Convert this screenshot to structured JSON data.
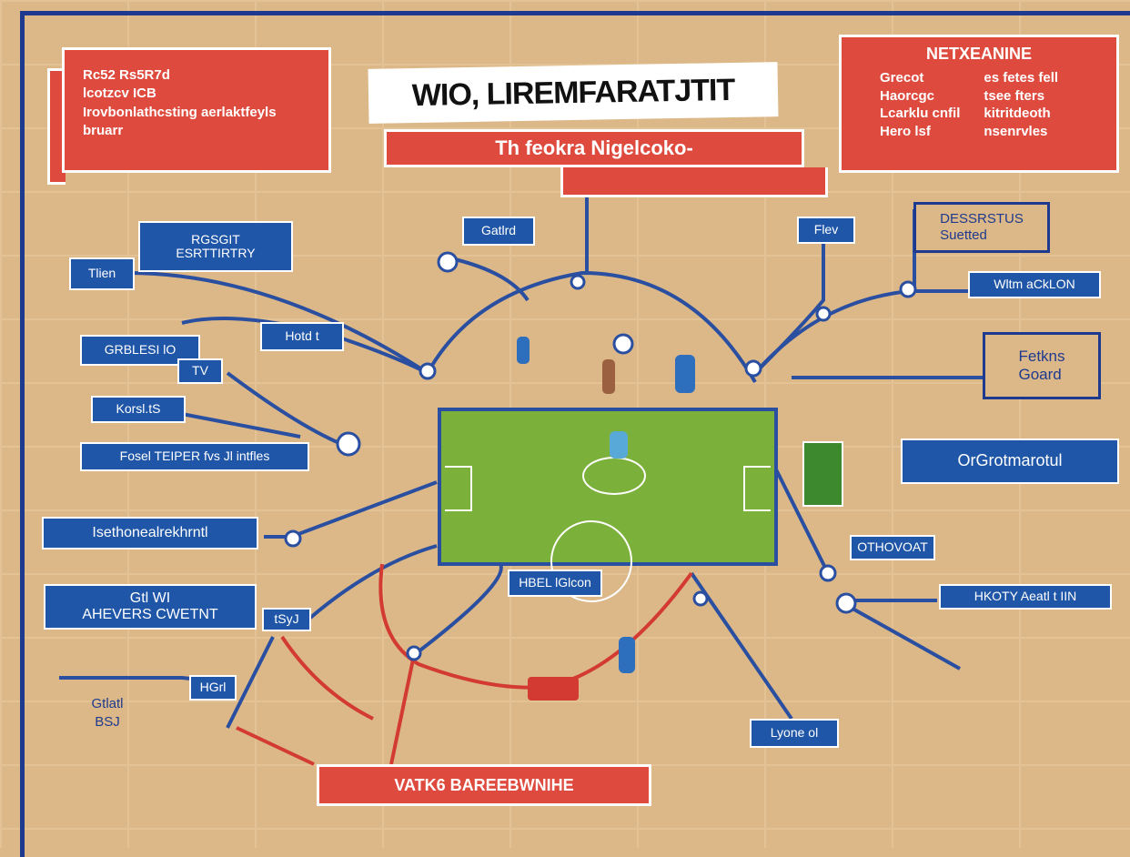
{
  "title": "WIO, LIREMFARATJTIT",
  "subtitle": "Th feokra Nigelcoko-",
  "top_left_box": {
    "lines": [
      "Rc52  Rs5R7d",
      "lcotzcv  ICB",
      "Irovbonlathcsting aerlaktfeyls",
      "bruarr"
    ]
  },
  "top_right_box": {
    "heading": "NETXEANINE",
    "left": [
      "Grecot",
      "Haorcgc",
      "Lcarklu cnfil",
      "Hero lsf"
    ],
    "right": [
      "es fetes fell",
      "tsee fters",
      "kitritdeoth",
      "nsenrvles"
    ]
  },
  "labels": {
    "rgsgit": "RGSGIT\nESRTTIRTRY",
    "tlien": "Tlien",
    "hotd": "Hotd  t",
    "grblesi": "GRBLESI lO",
    "tv": "TV",
    "korsl": "Korsl.tS",
    "fosel": "Fosel TEIPER fvs Jl intfles",
    "isethone": "Isethonealrekhrntl",
    "ahevers": "Gtl WI\nAHEVERS CWETNT",
    "tsyj": "tSyJ",
    "hgrl": "HGrl",
    "gtlatl": "Gtlatl\nBSJ",
    "gatlrd": "Gatlrd",
    "flev": "Flev",
    "dessrstus": "DESSRSTUS\nSuetted",
    "wltm": "Wltm aCkLON",
    "fetkns": "Fetkns\nGoard",
    "orgrot": "OrGrotmarotul",
    "othovoat": "OTHOVOAT",
    "hkoty": "HKOTY Aeatl t IIN",
    "hbel": "HBEL lGlcon",
    "lyone": "Lyone ol",
    "bottom": "VATK6 BAREEBWNIHE"
  }
}
